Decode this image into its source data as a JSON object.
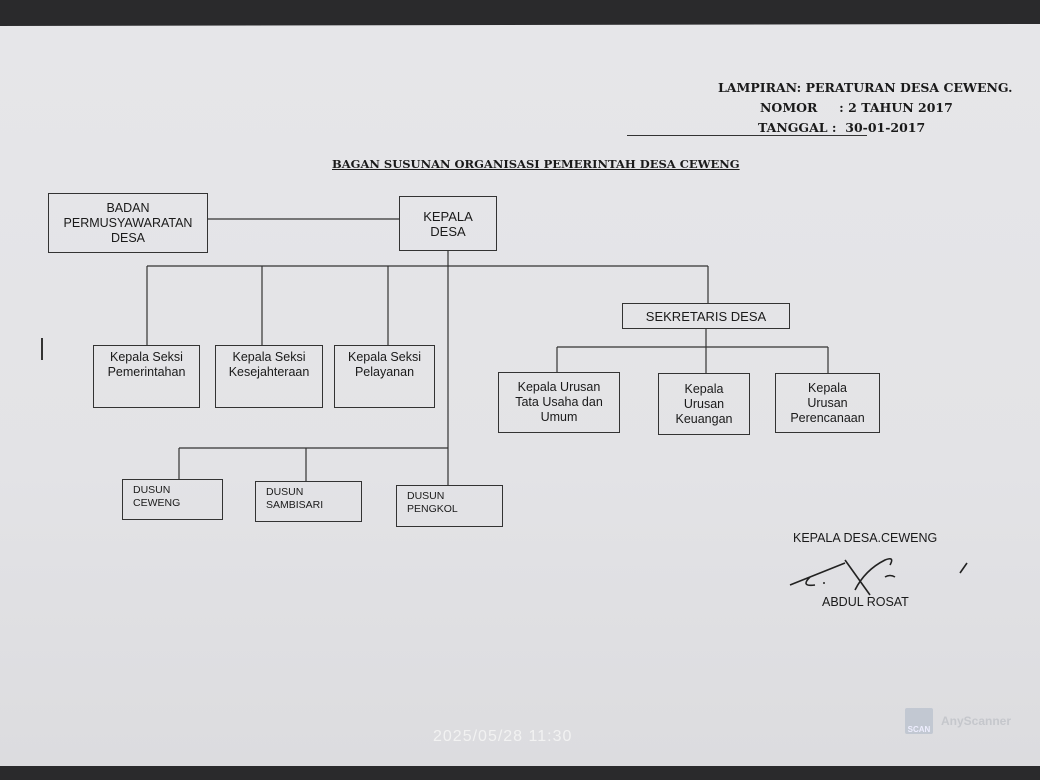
{
  "header": {
    "lampiran": "LAMPIRAN: PERATURAN DESA CEWENG.",
    "nomor": "NOMOR     : 2 TAHUN 2017",
    "tanggal": "TANGGAL :  30-01-2017"
  },
  "title": "BAGAN SUSUNAN ORGANISASI PEMERINTAH DESA CEWENG",
  "chart": {
    "bpd": "BADAN\nPERMUSYAWARATAN\nDESA",
    "kepala_desa": "KEPALA\nDESA",
    "sekretaris": "SEKRETARIS DESA",
    "kasi": [
      "Kepala Seksi\nPemerintahan",
      "Kepala Seksi\nKesejahteraan",
      "Kepala Seksi\nPelayanan"
    ],
    "kaur": [
      "Kepala Urusan\nTata Usaha dan\nUmum",
      "Kepala\nUrusan\nKeuangan",
      "Kepala\nUrusan\nPerencanaan"
    ],
    "dusun": [
      "DUSUN\nCEWENG",
      "DUSUN\nSAMBISARI",
      "DUSUN\nPENGKOL"
    ]
  },
  "signature": {
    "title": "KEPALA DESA.CEWENG",
    "name": "ABDUL ROSAT"
  },
  "timestamp": "2025/05/28  11:30",
  "watermark": {
    "logo": "SCAN",
    "name": "AnyScanner"
  }
}
